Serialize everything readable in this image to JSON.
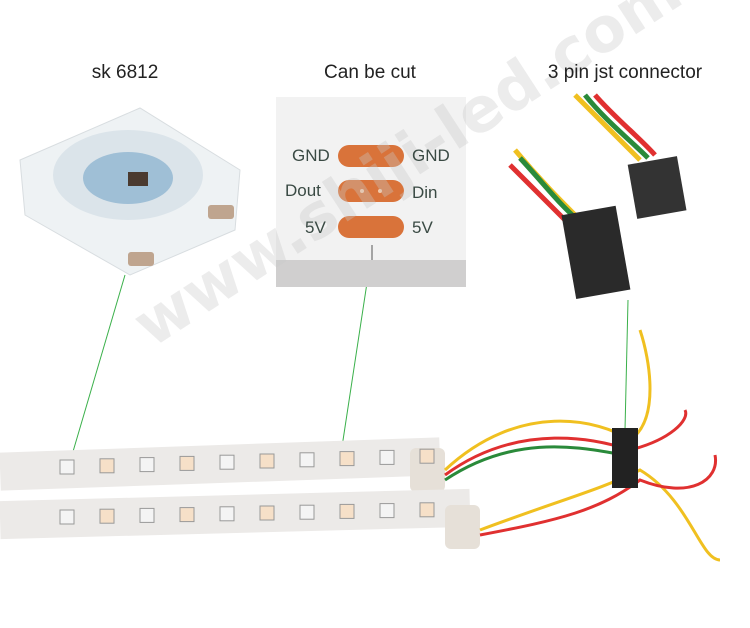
{
  "captions": {
    "chip": "sk 6812",
    "cut": "Can be cut",
    "connector": "3 pin jst connector"
  },
  "pads": {
    "left": [
      "GND",
      "Dout",
      "5V"
    ],
    "right": [
      "GND",
      "Din",
      "5V"
    ]
  },
  "watermark": "www.shiji-led.com",
  "colors": {
    "pad": "#d9733a",
    "wire_red": "#e03030",
    "wire_green": "#2a8a3a",
    "wire_yellow": "#f0c020",
    "leader": "#3ab04a"
  }
}
